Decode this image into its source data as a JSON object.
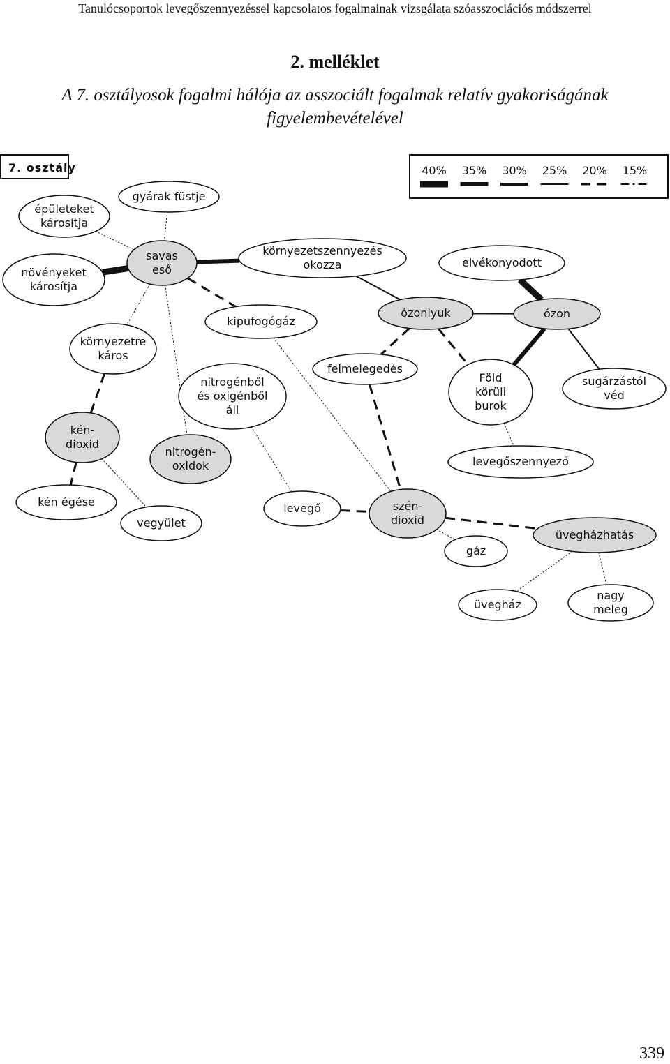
{
  "header": {
    "running_title": "Tanulócsoportok levegőszennyezéssel kapcsolatos fogalmainak vizsgálata szóasszociációs módszerrel",
    "annex_title": "2. melléklet",
    "subtitle_lines": [
      "A 7. osztályosok fogalmi hálója az asszociált fogalmak relatív gyakoriságának",
      "figyelembevételével"
    ]
  },
  "diagram": {
    "class_label": "7. osztály",
    "legend": [
      {
        "label": "40%",
        "style": "w40"
      },
      {
        "label": "35%",
        "style": "w35"
      },
      {
        "label": "30%",
        "style": "w30"
      },
      {
        "label": "25%",
        "style": "w25"
      },
      {
        "label": "20%",
        "style": "dash20"
      },
      {
        "label": "15%",
        "style": "dashdot15"
      }
    ],
    "nodes": [
      {
        "id": "epuleteket",
        "lines": [
          "épületeket",
          "károsítja"
        ],
        "fill": "white"
      },
      {
        "id": "gyarak",
        "lines": [
          "gyárak füstje"
        ],
        "fill": "white"
      },
      {
        "id": "novenyeket",
        "lines": [
          "növényeket",
          "károsítja"
        ],
        "fill": "white"
      },
      {
        "id": "savas",
        "lines": [
          "savas",
          "eső"
        ],
        "fill": "gray"
      },
      {
        "id": "kornyszenny",
        "lines": [
          "környezetszennyezés",
          "okozza"
        ],
        "fill": "white"
      },
      {
        "id": "elvekony",
        "lines": [
          "elvékonyodott"
        ],
        "fill": "white"
      },
      {
        "id": "kornyezetre",
        "lines": [
          "környezetre",
          "káros"
        ],
        "fill": "white"
      },
      {
        "id": "kipufogo",
        "lines": [
          "kipufogógáz"
        ],
        "fill": "white"
      },
      {
        "id": "ozonlyuk",
        "lines": [
          "ózonlyuk"
        ],
        "fill": "gray"
      },
      {
        "id": "ozon",
        "lines": [
          "ózon"
        ],
        "fill": "gray"
      },
      {
        "id": "nitrogenbol",
        "lines": [
          "nitrogénből",
          "és oxigénből",
          "áll"
        ],
        "fill": "white"
      },
      {
        "id": "felmeleg",
        "lines": [
          "felmelegedés"
        ],
        "fill": "white"
      },
      {
        "id": "fold",
        "lines": [
          "Föld",
          "körüli",
          "burok"
        ],
        "fill": "white"
      },
      {
        "id": "sugarzas",
        "lines": [
          "sugárzástól",
          "véd"
        ],
        "fill": "white"
      },
      {
        "id": "kendioxid",
        "lines": [
          "kén-",
          "dioxid"
        ],
        "fill": "gray"
      },
      {
        "id": "nitrogenox",
        "lines": [
          "nitrogén-",
          "oxidok"
        ],
        "fill": "gray"
      },
      {
        "id": "levszenny",
        "lines": [
          "levegőszennyező"
        ],
        "fill": "white"
      },
      {
        "id": "kenegese",
        "lines": [
          "kén égése"
        ],
        "fill": "white"
      },
      {
        "id": "vegyulet",
        "lines": [
          "vegyület"
        ],
        "fill": "white"
      },
      {
        "id": "levego",
        "lines": [
          "levegő"
        ],
        "fill": "white"
      },
      {
        "id": "szendioxid",
        "lines": [
          "szén-",
          "dioxid"
        ],
        "fill": "gray"
      },
      {
        "id": "gaz",
        "lines": [
          "gáz"
        ],
        "fill": "white"
      },
      {
        "id": "uveghazhatas",
        "lines": [
          "üvegházhatás"
        ],
        "fill": "gray"
      },
      {
        "id": "uveghaz",
        "lines": [
          "üvegház"
        ],
        "fill": "white"
      },
      {
        "id": "nagymeleg",
        "lines": [
          "nagy",
          "meleg"
        ],
        "fill": "white"
      }
    ],
    "edges": [
      {
        "from": "gyarak",
        "to": "savas",
        "style": "dot"
      },
      {
        "from": "epuleteket",
        "to": "savas",
        "style": "dot"
      },
      {
        "from": "novenyeket",
        "to": "savas",
        "style": "w40"
      },
      {
        "from": "savas",
        "to": "kornyszenny",
        "style": "w35"
      },
      {
        "from": "savas",
        "to": "kipufogo",
        "style": "dash20"
      },
      {
        "from": "savas",
        "to": "kornyezetre",
        "style": "dot"
      },
      {
        "from": "savas",
        "to": "nitrogenox",
        "style": "dot"
      },
      {
        "from": "kornyszenny",
        "to": "ozonlyuk",
        "style": "w25"
      },
      {
        "from": "elvekony",
        "to": "ozon",
        "style": "w40"
      },
      {
        "from": "ozonlyuk",
        "to": "ozon",
        "style": "w25"
      },
      {
        "from": "ozonlyuk",
        "to": "felmeleg",
        "style": "dash20"
      },
      {
        "from": "ozonlyuk",
        "to": "fold",
        "style": "dash20"
      },
      {
        "from": "ozon",
        "to": "fold",
        "style": "w35"
      },
      {
        "from": "ozon",
        "to": "sugarzas",
        "style": "w25"
      },
      {
        "from": "kornyezetre",
        "to": "kendioxid",
        "style": "dash20"
      },
      {
        "from": "kendioxid",
        "to": "kenegese",
        "style": "dash20"
      },
      {
        "from": "kendioxid",
        "to": "vegyulet",
        "style": "dot"
      },
      {
        "from": "kipufogo",
        "to": "szendioxid",
        "style": "dot"
      },
      {
        "from": "nitrogenbol",
        "to": "levego",
        "style": "dot"
      },
      {
        "from": "levego",
        "to": "szendioxid",
        "style": "dash20"
      },
      {
        "from": "felmeleg",
        "to": "szendioxid",
        "style": "dash20"
      },
      {
        "from": "fold",
        "to": "levszenny",
        "style": "dot"
      },
      {
        "from": "szendioxid",
        "to": "gaz",
        "style": "dot"
      },
      {
        "from": "szendioxid",
        "to": "uveghazhatas",
        "style": "dash20"
      },
      {
        "from": "uveghazhatas",
        "to": "uveghaz",
        "style": "dot"
      },
      {
        "from": "uveghazhatas",
        "to": "nagymeleg",
        "style": "dot"
      }
    ]
  },
  "page": {
    "number": "339"
  }
}
